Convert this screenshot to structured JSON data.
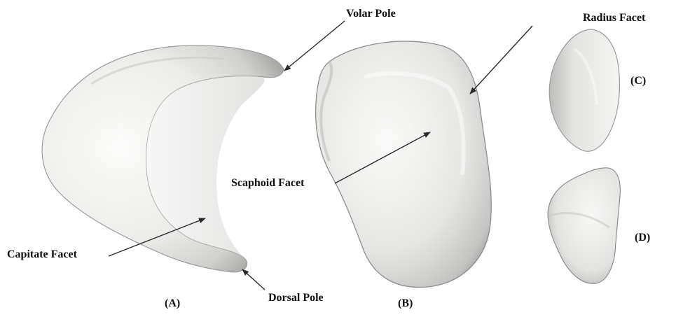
{
  "annotations": {
    "volar_pole": "Volar Pole",
    "radius_facet": "Radius Facet",
    "scaphoid_facet": "Scaphoid Facet",
    "capitate_facet": "Capitate Facet",
    "dorsal_pole": "Dorsal Pole"
  },
  "panels": {
    "a": "(A)",
    "b": "(B)",
    "c": "(C)",
    "d": "(D)"
  },
  "colors": {
    "bone_light": "#f7f7f6",
    "bone_mid": "#e2e2e0",
    "bone_shadow": "#b9b9b7",
    "outline": "#8d8d8b",
    "arrow": "#2a2a2a",
    "text": "#111111"
  }
}
